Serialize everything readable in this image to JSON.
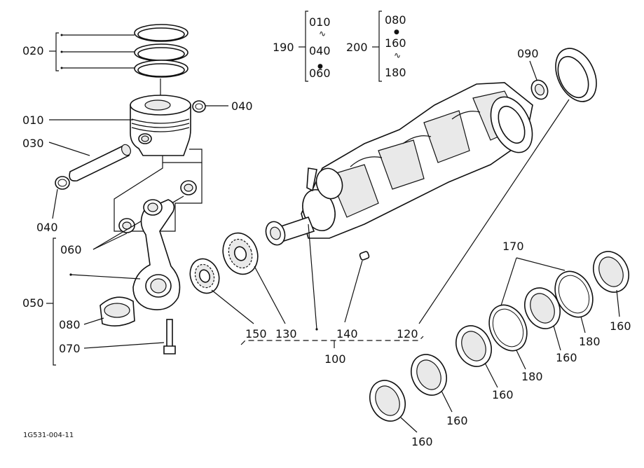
{
  "labels": {
    "p020": "020",
    "p010": "010",
    "p030": "030",
    "p040a": "040",
    "p040b": "040",
    "p060": "060",
    "p050": "050",
    "p080": "080",
    "p070": "070",
    "p150": "150",
    "p130": "130",
    "p140": "140",
    "p120": "120",
    "p100": "100",
    "p090": "090",
    "p170": "170",
    "p190": "190",
    "p200": "200",
    "p160a": "160",
    "p160b": "160",
    "p160c": "160",
    "p160d": "160",
    "p160e": "160",
    "p180a": "180",
    "p180b": "180"
  },
  "ranges": {
    "r190": [
      "010",
      "040",
      "060"
    ],
    "r200": [
      "080",
      "160",
      "180"
    ]
  },
  "footer": {
    "diagram_code": "1G531-004-11"
  }
}
